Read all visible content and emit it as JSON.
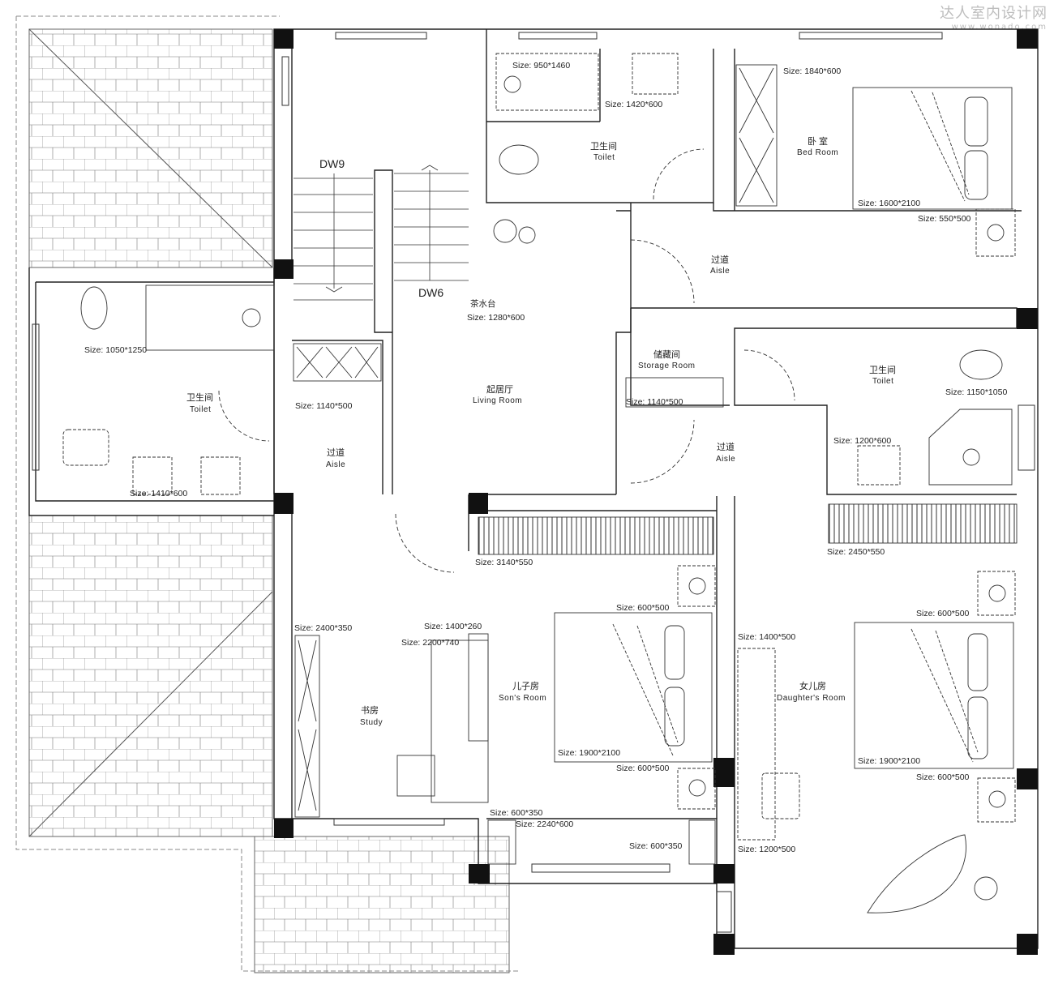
{
  "watermark": {
    "title": "达人室内设计网",
    "url": "www.wonado.com"
  },
  "labels": {
    "dw9": "DW9",
    "dw6": "DW6",
    "tea_table": "茶水台"
  },
  "rooms": {
    "toilet_top_cn": "卫生间",
    "toilet_top_en": "Toilet",
    "bed_cn": "卧 室",
    "bed_en": "Bed Room",
    "aisle_top_cn": "过道",
    "aisle_top_en": "Aisle",
    "storage_cn": "储藏间",
    "storage_en": "Storage Room",
    "living_cn": "起居厅",
    "living_en": "Living Room",
    "toilet_left_cn": "卫生间",
    "toilet_left_en": "Toilet",
    "aisle_left_cn": "过道",
    "aisle_left_en": "Aisle",
    "aisle_mid_cn": "过道",
    "aisle_mid_en": "Aisle",
    "toilet_right_cn": "卫生间",
    "toilet_right_en": "Toilet",
    "study_cn": "书房",
    "study_en": "Study",
    "son_cn": "儿子房",
    "son_en": "Son's Room",
    "daughter_cn": "女儿房",
    "daughter_en": "Daughter's Room"
  },
  "sizes": {
    "s950": "Size: 950*1460",
    "s1420": "Size: 1420*600",
    "s1840": "Size: 1840*600",
    "s1600": "Size: 1600*2100",
    "s550": "Size: 550*500",
    "s1280": "Size: 1280*600",
    "s1050": "Size: 1050*1250",
    "s1140a": "Size: 1140*500",
    "s1140b": "Size: 1140*500",
    "s1410": "Size: 1410*600",
    "s1150": "Size: 1150*1050",
    "s1200a": "Size: 1200*600",
    "s2450": "Size: 2450*550",
    "s3140": "Size: 3140*550",
    "s600a": "Size: 600*500",
    "s600b": "Size: 600*500",
    "s600c": "Size: 600*500",
    "s600d": "Size: 600*500",
    "s2400": "Size: 2400*350",
    "s1400a": "Size: 1400*260",
    "s2200": "Size: 2200*740",
    "s1400b": "Size: 1400*500",
    "s1900a": "Size: 1900*2100",
    "s1900b": "Size: 1900*2100",
    "s600e": "Size: 600*350",
    "s2240": "Size: 2240*600",
    "s600f": "Size: 600*350",
    "s1200b": "Size: 1200*500"
  }
}
